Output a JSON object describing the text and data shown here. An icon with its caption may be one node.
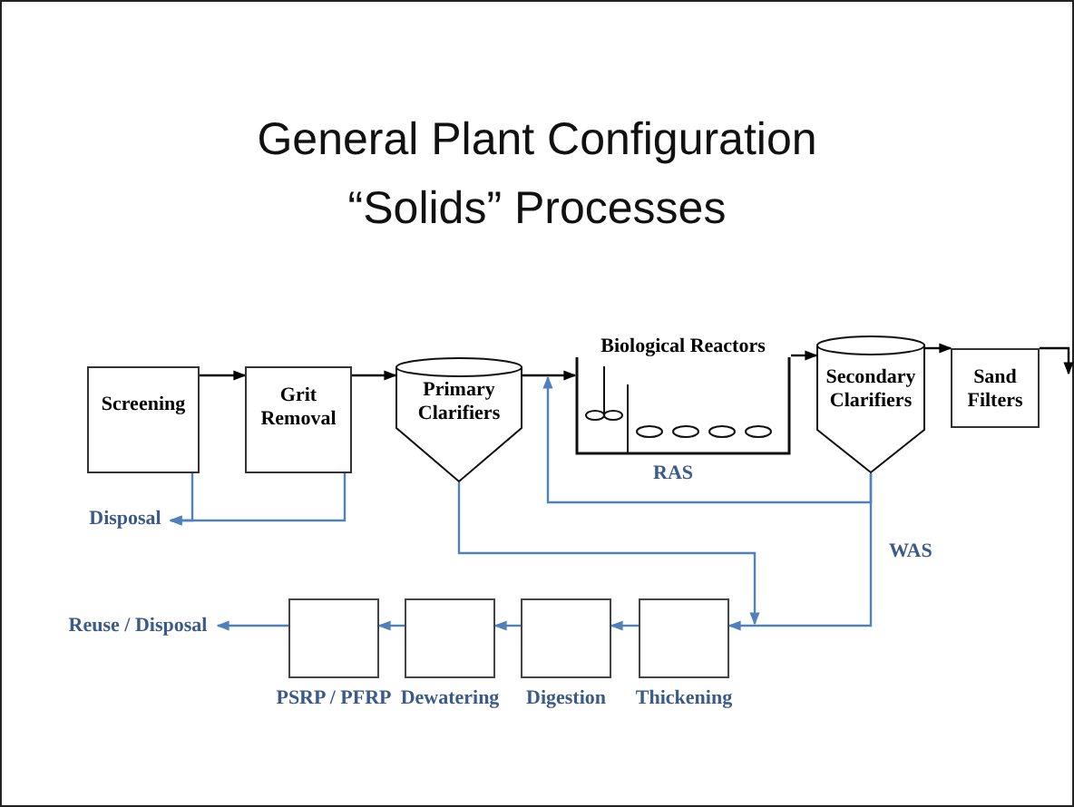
{
  "diagram": {
    "title": "General Plant Configuration “Solids” Processes",
    "nodes": [
      {
        "text": [
          "Screening"
        ]
      },
      {
        "text": [
          "Grit Removal"
        ]
      },
      {
        "text": [
          "Primary Clarifiers"
        ]
      },
      {
        "text": [
          "Biological Reactors"
        ]
      },
      {
        "text": [
          "Secondary Clarifiers"
        ]
      },
      {
        "text": [
          "Sand Filters"
        ]
      },
      {
        "text": [
          "Disposal"
        ]
      },
      {
        "text": [
          "Thickening"
        ]
      },
      {
        "text": [
          "Digestion"
        ]
      },
      {
        "text": [
          "Dewatering"
        ]
      },
      {
        "text": [
          "PSRP / PFRP"
        ]
      },
      {
        "text": [
          "Reuse / Disposal"
        ]
      }
    ],
    "edges": [
      {
        "from": 0,
        "to": 1,
        "arrow": "to",
        "color": "#000000"
      },
      {
        "from": 1,
        "to": 2,
        "arrow": "to",
        "color": "#000000"
      },
      {
        "from": 2,
        "to": 3,
        "arrow": "to",
        "color": "#000000"
      },
      {
        "from": 3,
        "to": 4,
        "arrow": "to",
        "color": "#000000"
      },
      {
        "from": 4,
        "to": 5,
        "arrow": "to",
        "color": "#000000"
      },
      {
        "from": 5,
        "to": null,
        "arrow": "to",
        "color": "#000000"
      },
      {
        "from": 0,
        "to": 6,
        "arrow": "to"
      },
      {
        "from": 1,
        "to": 6,
        "arrow": "to"
      },
      {
        "from": 4,
        "to": 3,
        "arrow": "to",
        "label": "RAS"
      },
      {
        "from": 4,
        "to": 7,
        "arrow": "to",
        "label": "WAS"
      },
      {
        "from": 2,
        "to": 7,
        "arrow": "to"
      },
      {
        "from": 7,
        "to": 8,
        "arrow": "to"
      },
      {
        "from": 8,
        "to": 9,
        "arrow": "to"
      },
      {
        "from": 9,
        "to": 10,
        "arrow": "to"
      },
      {
        "from": 10,
        "to": 11,
        "arrow": "to"
      }
    ]
  }
}
